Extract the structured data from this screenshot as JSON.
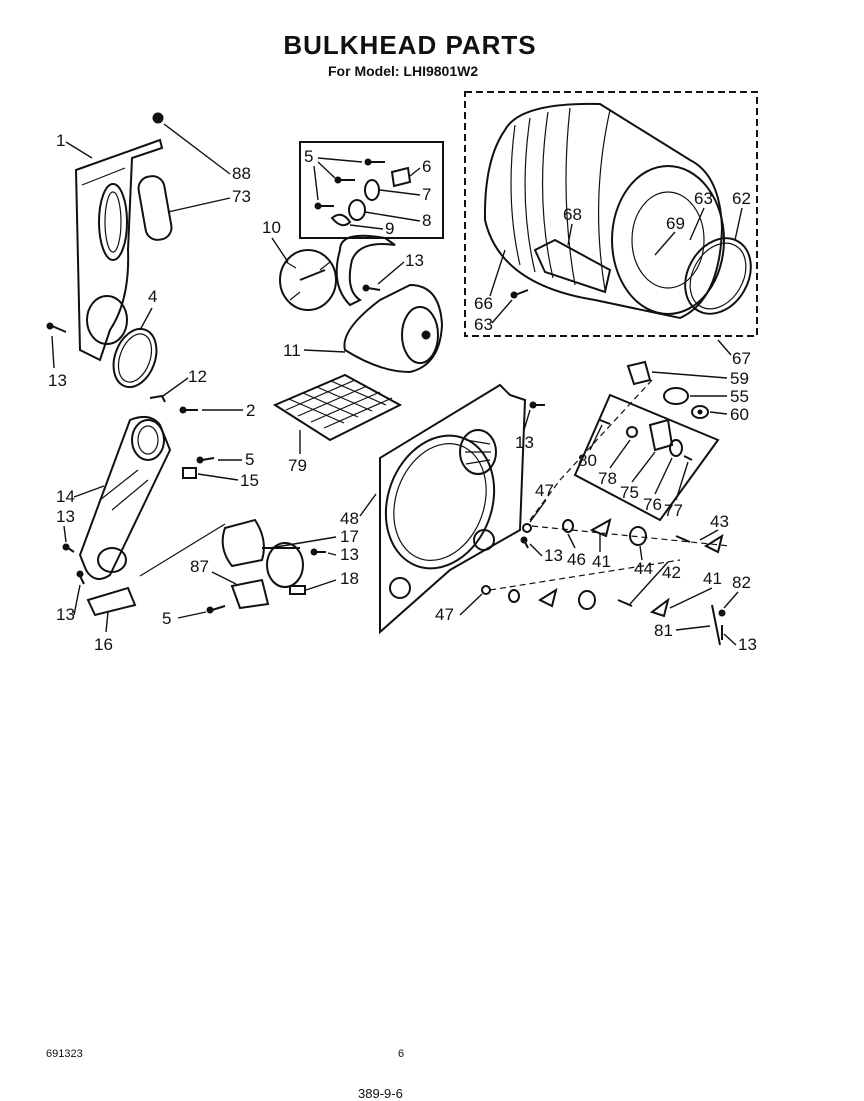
{
  "title": "BULKHEAD PARTS",
  "subtitle": "For Model: LHI9801W2",
  "footer": {
    "left": "691323",
    "center": "6",
    "bottom": "389-9-6"
  },
  "labels": {
    "l1": "1",
    "l88": "88",
    "l73": "73",
    "l4": "4",
    "l13a": "13",
    "l5a": "5",
    "l6": "6",
    "l7": "7",
    "l8": "8",
    "l9": "9",
    "l10": "10",
    "l13b": "13",
    "l11": "11",
    "l68": "68",
    "l69": "69",
    "l63a": "63",
    "l62": "62",
    "l66": "66",
    "l63b": "63",
    "l67": "67",
    "l12": "12",
    "l2": "2",
    "l79": "79",
    "l14": "14",
    "l5b": "5",
    "l15": "15",
    "l13c": "13",
    "l13d": "13",
    "l16": "16",
    "l17": "17",
    "l13e": "13",
    "l87": "87",
    "l18": "18",
    "l5c": "5",
    "l59": "59",
    "l55": "55",
    "l60": "60",
    "l13f": "13",
    "l80": "80",
    "l78": "78",
    "l75": "75",
    "l76": "76",
    "l77": "77",
    "l47a": "47",
    "l48": "48",
    "l13g": "13",
    "l46": "46",
    "l41a": "41",
    "l43": "43",
    "l44": "44",
    "l42": "42",
    "l41b": "41",
    "l82": "82",
    "l47b": "47",
    "l81": "81",
    "l13h": "13"
  }
}
